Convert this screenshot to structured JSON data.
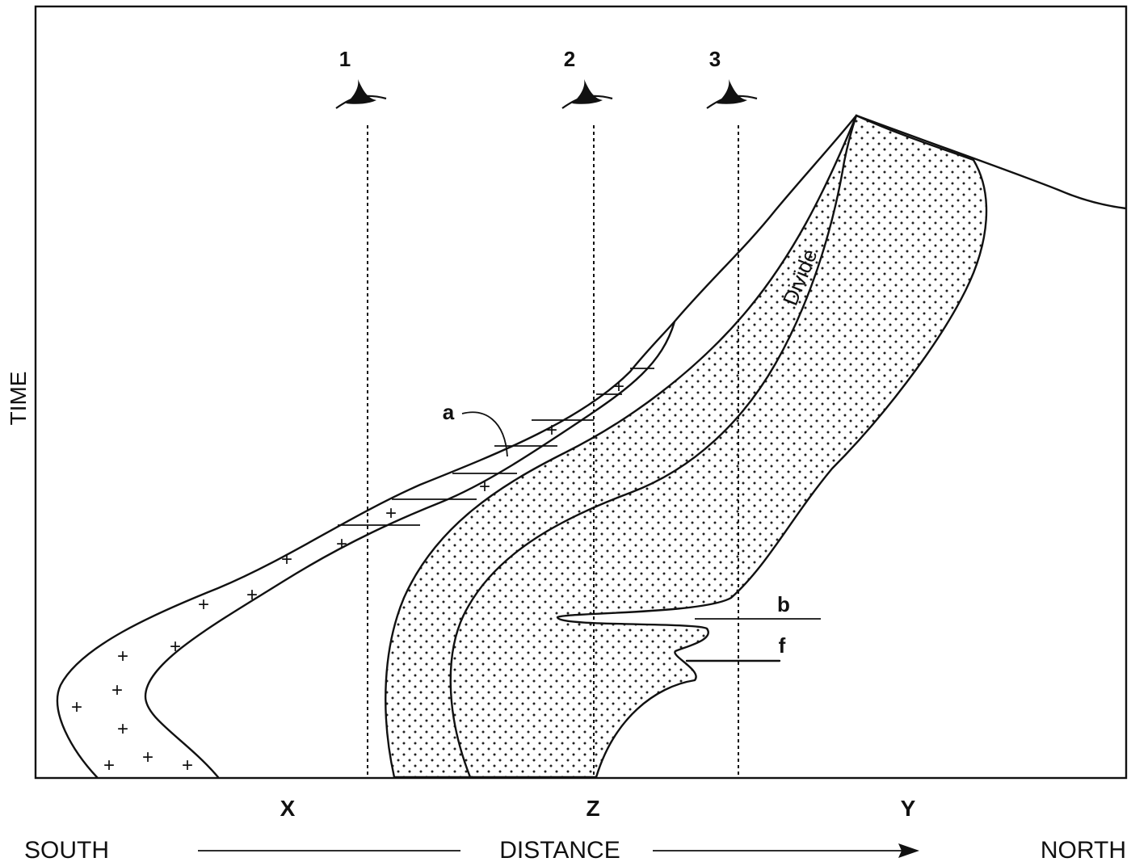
{
  "observers": [
    {
      "label": "1"
    },
    {
      "label": "2"
    },
    {
      "label": "3"
    }
  ],
  "labels": {
    "divide": "Divide",
    "a": "a",
    "b": "b",
    "f": "f",
    "y_axis": "TIME",
    "x_axis": "DISTANCE",
    "south": "SOUTH",
    "north": "NORTH",
    "x_marker": "X",
    "z_marker": "Z",
    "y_marker": "Y"
  },
  "icons": {
    "observer": "eye-icon",
    "direction": "arrow-right-icon"
  }
}
